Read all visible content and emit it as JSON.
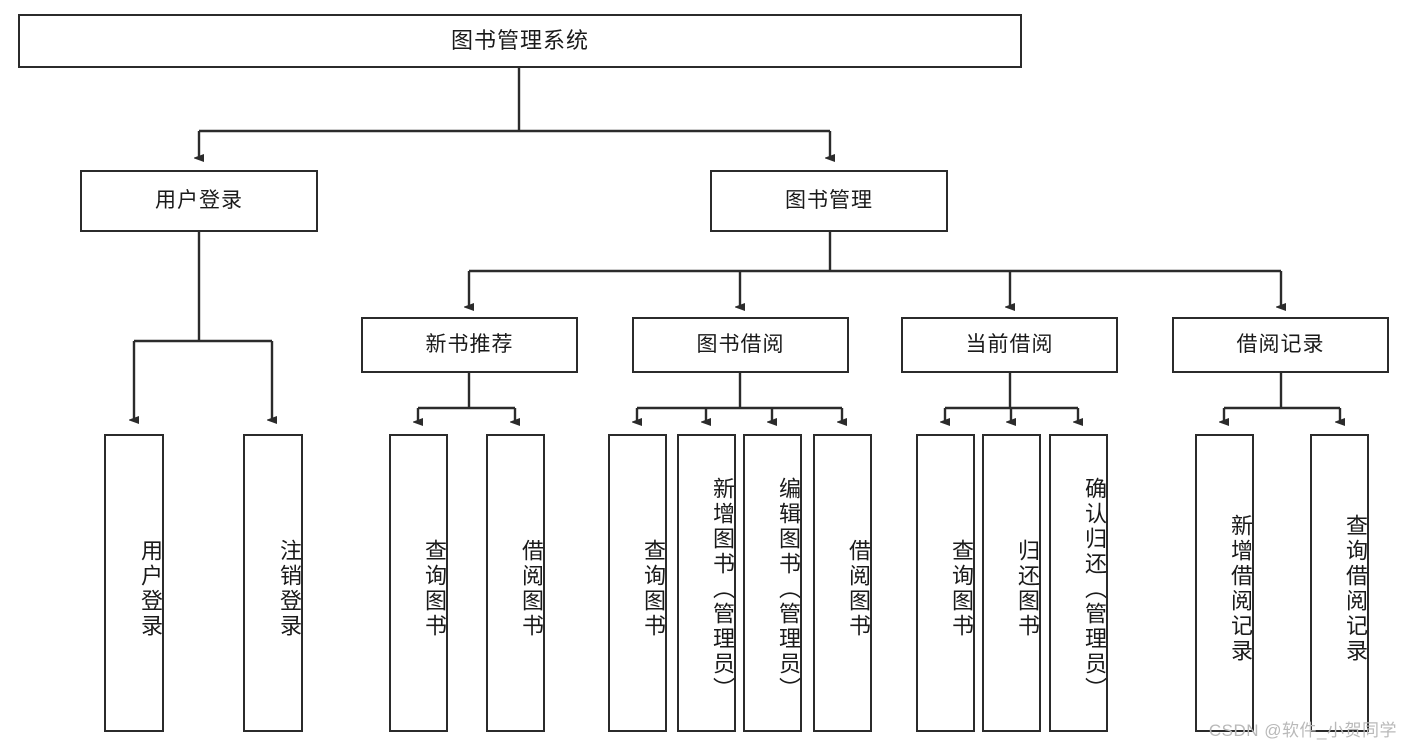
{
  "diagram": {
    "title": "图书管理系统",
    "type": "tree",
    "watermark": "CSDN @软件_小贺同学",
    "line_color": "#2b2b2b",
    "box_fill": "#ffffff",
    "text_color": "#1a1a1a"
  },
  "root": {
    "label": "图书管理系统"
  },
  "level2": [
    {
      "label": "用户登录"
    },
    {
      "label": "图书管理"
    }
  ],
  "level3": [
    {
      "label": "新书推荐"
    },
    {
      "label": "图书借阅"
    },
    {
      "label": "当前借阅"
    },
    {
      "label": "借阅记录"
    }
  ],
  "leaves": {
    "user_login": [
      {
        "label": "用户登录"
      },
      {
        "label": "注销登录"
      }
    ],
    "new_book": [
      {
        "label": "查询图书"
      },
      {
        "label": "借阅图书"
      }
    ],
    "book_borrow": [
      {
        "label": "查询图书"
      },
      {
        "label": "新增图书（管理员）"
      },
      {
        "label": "编辑图书（管理员）"
      },
      {
        "label": "借阅图书"
      }
    ],
    "current_borrow": [
      {
        "label": "查询图书"
      },
      {
        "label": "归还图书"
      },
      {
        "label": "确认归还（管理员）"
      }
    ],
    "borrow_record": [
      {
        "label": "新增借阅记录"
      },
      {
        "label": "查询借阅记录"
      }
    ]
  }
}
